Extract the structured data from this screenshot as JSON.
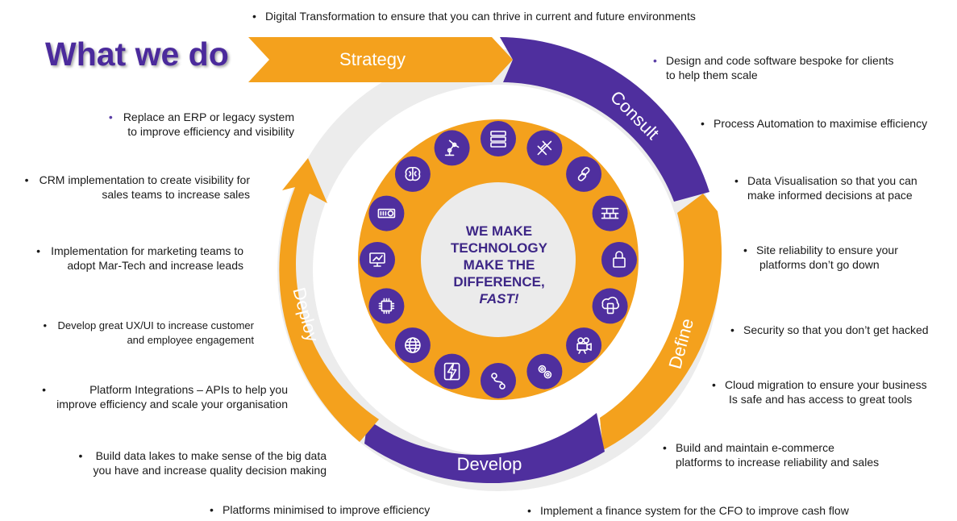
{
  "title": "What we do",
  "center": {
    "lines": [
      "WE MAKE",
      "TECHNOLOGY",
      "MAKE THE",
      "DIFFERENCE,"
    ],
    "emphasis": "FAST!"
  },
  "segments": [
    {
      "label": "Strategy",
      "color": "#f4a11d"
    },
    {
      "label": "Consult",
      "color": "#4f2f9e"
    },
    {
      "label": "Define",
      "color": "#f4a11d"
    },
    {
      "label": "Develop",
      "color": "#4f2f9e"
    },
    {
      "label": "Deploy",
      "color": "#f4a11d"
    }
  ],
  "colors": {
    "purple": "#4f2f9e",
    "orange": "#f4a11d",
    "grey": "#ececec"
  },
  "icons": [
    "server-icon",
    "dna-icon",
    "link-icon",
    "firewall-icon",
    "lock-icon",
    "cloud-phone-icon",
    "camera-icon",
    "gears-icon",
    "route-icon",
    "lightning-icon",
    "globe-icon",
    "chip-icon",
    "monitor-chart-icon",
    "projector-icon",
    "brain-icon",
    "robot-arm-icon"
  ],
  "bullets": {
    "top": "Digital Transformation to ensure that you can thrive in current and future environments",
    "right": [
      [
        "Design and code software bespoke for clients",
        "to help them scale"
      ],
      [
        "Process Automation to maximise efficiency"
      ],
      [
        "Data Visualisation so that you can",
        "make informed decisions at pace"
      ],
      [
        "Site reliability to ensure your",
        "platforms don’t go down"
      ],
      [
        "Security so that you don’t get hacked"
      ],
      [
        "Cloud migration to ensure your business",
        "Is safe and has access to great tools"
      ],
      [
        "Build and maintain e-commerce",
        "platforms to increase reliability and sales"
      ]
    ],
    "left": [
      [
        "Replace an ERP or legacy system",
        "to improve efficiency and visibility"
      ],
      [
        "CRM implementation to create visibility for",
        "sales teams to increase sales"
      ],
      [
        "Implementation for marketing teams to",
        "adopt Mar-Tech and increase leads"
      ],
      [
        "Develop great UX/UI to increase customer",
        "and employee engagement"
      ],
      [
        "Platform Integrations – APIs to help you",
        "improve efficiency and scale your organisation"
      ],
      [
        "Build data lakes to make sense of the big data",
        "you have and increase quality decision making"
      ]
    ],
    "bottom_left": "Platforms minimised to improve efficiency",
    "bottom_right": "Implement a finance system for the CFO to improve cash flow"
  }
}
